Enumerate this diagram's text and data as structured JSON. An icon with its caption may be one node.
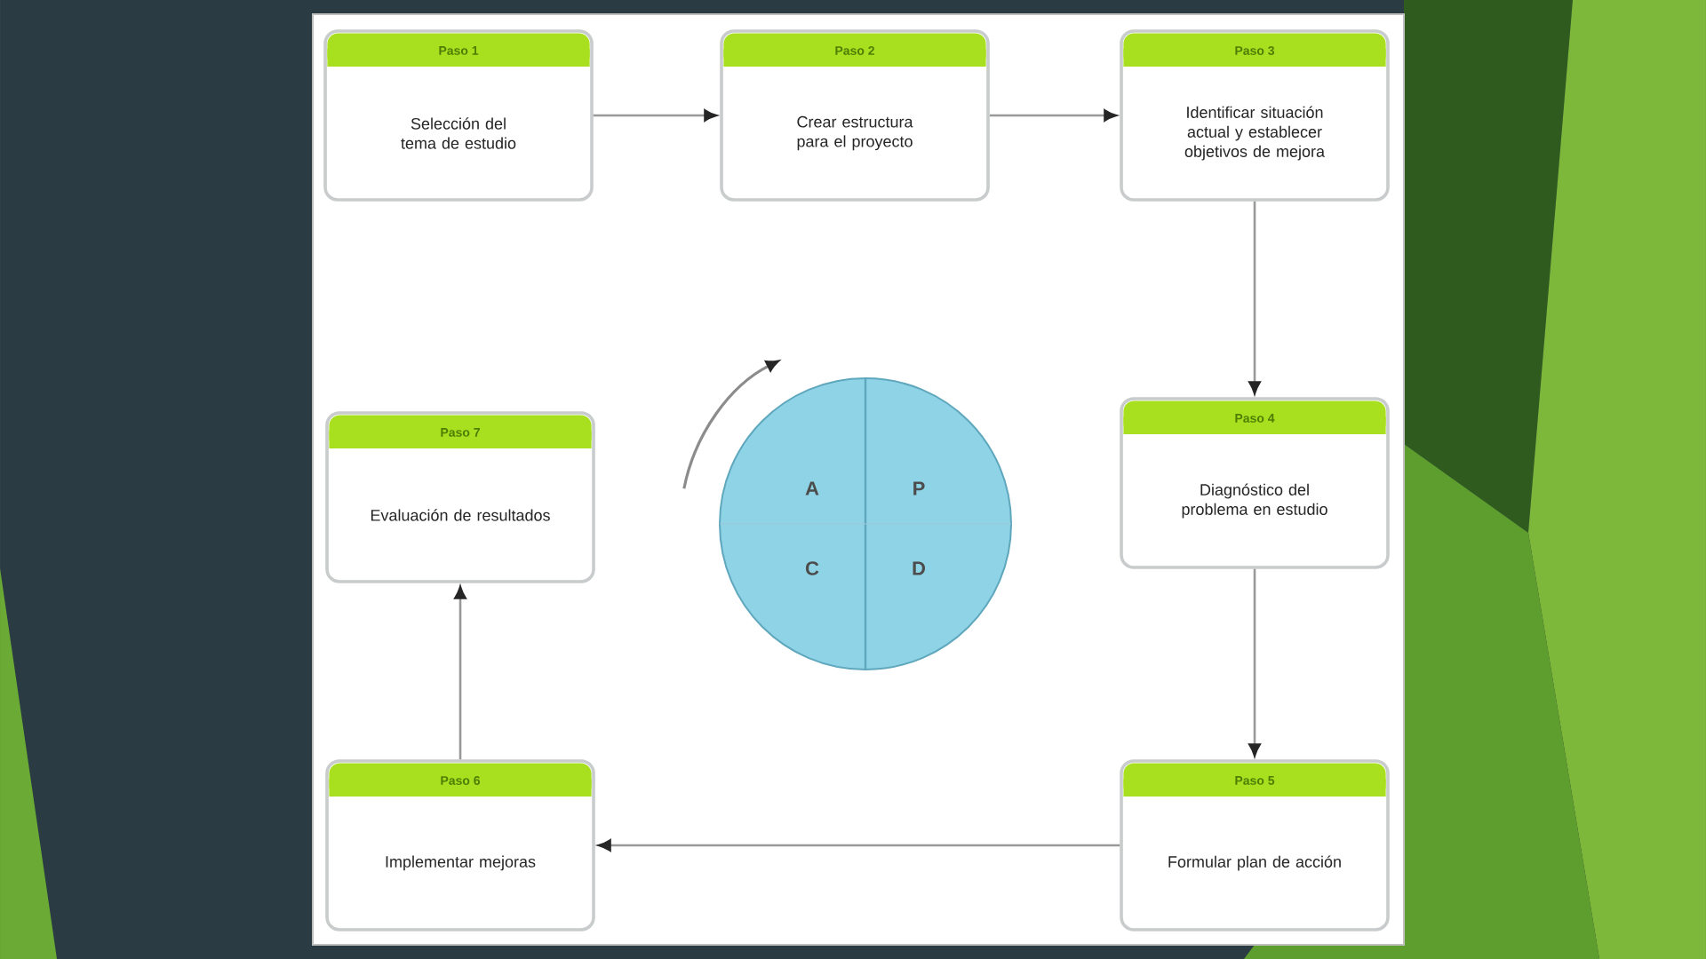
{
  "diagram": {
    "nodes": [
      {
        "text": [
          "Paso 1",
          "Selección del tema de estudio"
        ]
      },
      {
        "text": [
          "Paso 2",
          "Crear estructura para el proyecto"
        ]
      },
      {
        "text": [
          "Paso 3",
          "Identificar situación actual y establecer objetivos de mejora"
        ]
      },
      {
        "text": [
          "Paso 4",
          "Diagnóstico del problema en estudio"
        ]
      },
      {
        "text": [
          "Paso 5",
          "Formular plan de acción"
        ]
      },
      {
        "text": [
          "Paso 6",
          "Implementar mejoras"
        ]
      },
      {
        "text": [
          "Paso 7",
          "Evaluación de resultados"
        ]
      },
      {
        "text": [
          "A",
          "P",
          "C",
          "D"
        ]
      }
    ],
    "edges": [
      {
        "from": 0,
        "to": 1,
        "arrow": "to"
      },
      {
        "from": 1,
        "to": 2,
        "arrow": "to"
      },
      {
        "from": 2,
        "to": 3,
        "arrow": "to"
      },
      {
        "from": 3,
        "to": 4,
        "arrow": "to"
      },
      {
        "from": 4,
        "to": 5,
        "arrow": "to"
      },
      {
        "from": 5,
        "to": 6,
        "arrow": "to"
      }
    ]
  }
}
